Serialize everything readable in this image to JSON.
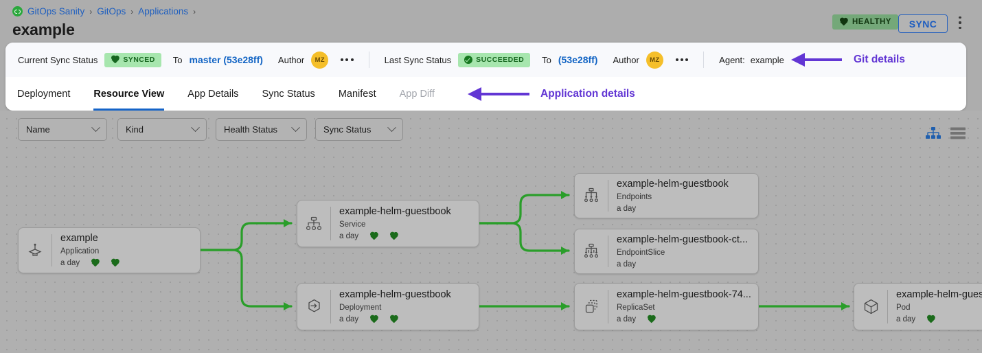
{
  "header": {
    "breadcrumb": [
      "GitOps Sanity",
      "GitOps",
      "Applications"
    ],
    "breadcrumb_separator": "›",
    "title": "example",
    "health_badge": {
      "label": "HEALTHY",
      "icon": "heart-icon",
      "color": "#74a879"
    },
    "sync_button": {
      "label": "SYNC",
      "color": "#1c5cc0"
    },
    "kebab_menu": "kebab-menu-icon"
  },
  "sync_bar": {
    "current": {
      "label": "Current Sync Status",
      "status": "SYNCED",
      "status_icon": "heart-icon",
      "to_label": "To",
      "revision": "master (53e28ff)",
      "author_label": "Author",
      "author_initials": "MZ",
      "more": "more-dots-icon"
    },
    "last": {
      "label": "Last Sync Status",
      "status": "SUCCEEDED",
      "status_icon": "check-circle-icon",
      "to_label": "To",
      "revision": "(53e28ff)",
      "author_label": "Author",
      "author_initials": "MZ",
      "more": "more-dots-icon"
    },
    "agent_label": "Agent:",
    "agent_value": "example"
  },
  "tabs": [
    {
      "label": "Deployment",
      "active": false,
      "disabled": false
    },
    {
      "label": "Resource View",
      "active": true,
      "disabled": false
    },
    {
      "label": "App Details",
      "active": false,
      "disabled": false
    },
    {
      "label": "Sync Status",
      "active": false,
      "disabled": false
    },
    {
      "label": "Manifest",
      "active": false,
      "disabled": false
    },
    {
      "label": "App Diff",
      "active": false,
      "disabled": true
    }
  ],
  "annotations": [
    {
      "label": "Git details",
      "color": "#6236d4",
      "points_to": "agent-value"
    },
    {
      "label": "Application details",
      "color": "#6236d4",
      "points_to": "tab-app-diff"
    }
  ],
  "filters": [
    {
      "label": "Name"
    },
    {
      "label": "Kind"
    },
    {
      "label": "Health Status"
    },
    {
      "label": "Sync Status"
    }
  ],
  "view_toggle": [
    {
      "name": "tree-view-icon",
      "active": true,
      "color": "#1f5fae"
    },
    {
      "name": "list-view-icon",
      "active": false,
      "color": "#737373"
    }
  ],
  "graph": {
    "edge_color": "#2a9e2a",
    "nodes": [
      {
        "id": "app",
        "name": "example",
        "kind": "Application",
        "age": "a day",
        "icon": "application-icon",
        "hearts": 2
      },
      {
        "id": "svc",
        "name": "example-helm-guestbook",
        "kind": "Service",
        "age": "a day",
        "icon": "service-icon",
        "hearts": 2
      },
      {
        "id": "dep",
        "name": "example-helm-guestbook",
        "kind": "Deployment",
        "age": "a day",
        "icon": "deployment-icon",
        "hearts": 2
      },
      {
        "id": "ep",
        "name": "example-helm-guestbook",
        "kind": "Endpoints",
        "age": "a day",
        "icon": "endpoints-icon",
        "hearts": 0
      },
      {
        "id": "eps",
        "name": "example-helm-guestbook-ct...",
        "kind": "EndpointSlice",
        "age": "a day",
        "icon": "endpointslice-icon",
        "hearts": 0
      },
      {
        "id": "rs",
        "name": "example-helm-guestbook-74...",
        "kind": "ReplicaSet",
        "age": "a day",
        "icon": "replicaset-icon",
        "hearts": 1
      },
      {
        "id": "pod",
        "name": "example-helm-guest",
        "kind": "Pod",
        "age": "a day",
        "icon": "pod-icon",
        "hearts": 1
      }
    ],
    "edges": [
      {
        "from": "app",
        "to": "svc"
      },
      {
        "from": "app",
        "to": "dep"
      },
      {
        "from": "svc",
        "to": "ep"
      },
      {
        "from": "svc",
        "to": "eps"
      },
      {
        "from": "dep",
        "to": "rs"
      },
      {
        "from": "rs",
        "to": "pod"
      }
    ]
  }
}
